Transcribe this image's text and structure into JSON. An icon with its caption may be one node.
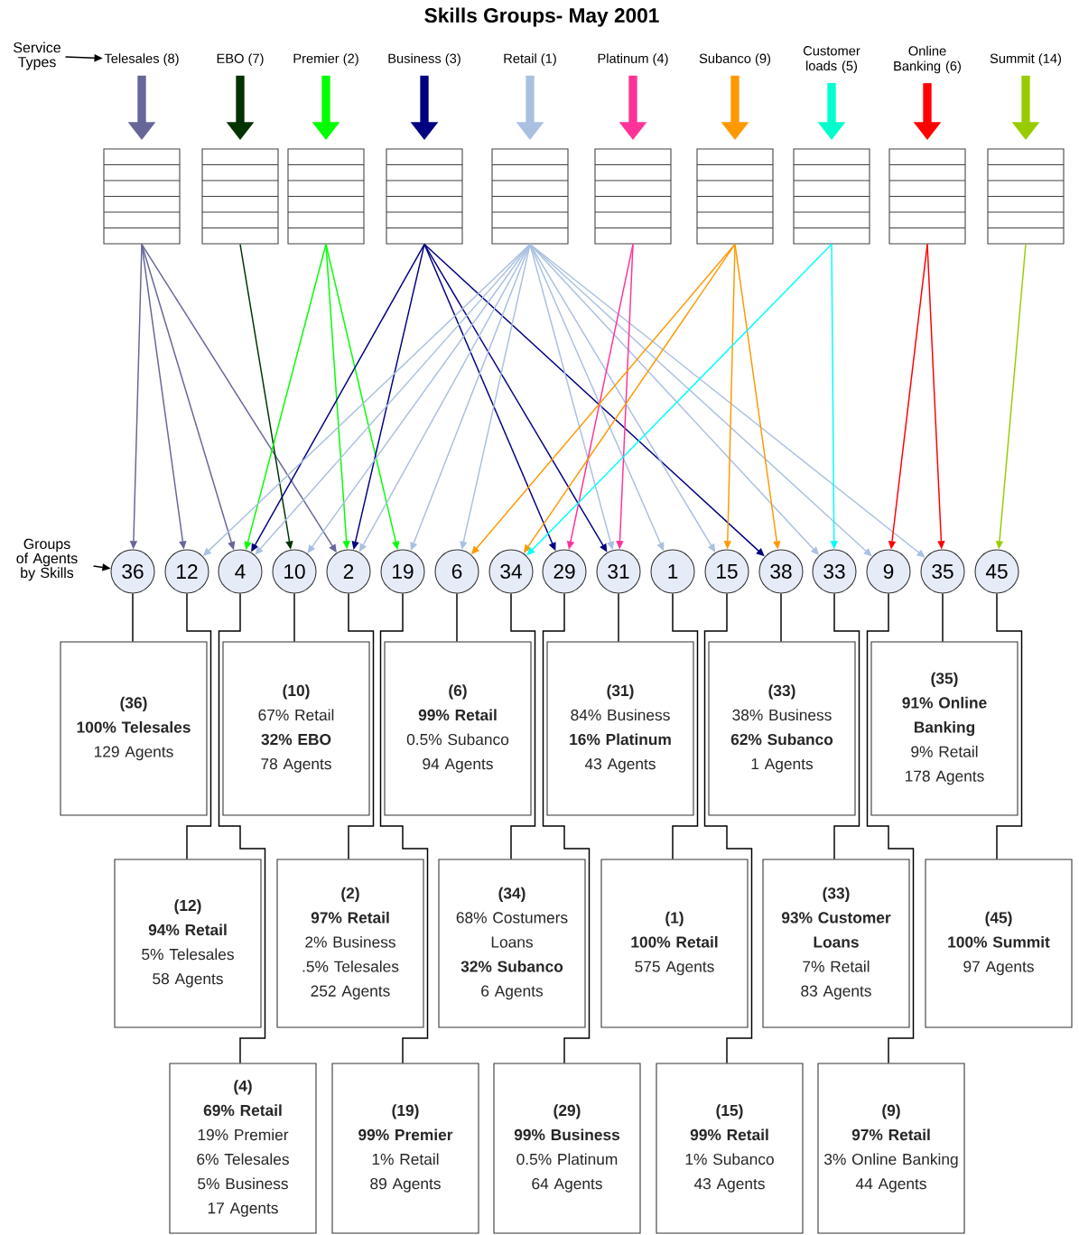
{
  "diagram": {
    "title": "Skills Groups- May 2001",
    "nodes": [
      {
        "text": [
          "Service Types"
        ]
      },
      {
        "text": [
          "Telesales (8)"
        ]
      },
      {
        "text": [
          "EBO (7)"
        ]
      },
      {
        "text": [
          "Premier (2)"
        ]
      },
      {
        "text": [
          "Business (3)"
        ]
      },
      {
        "text": [
          "Retail (1)"
        ]
      },
      {
        "text": [
          "Platinum (4)"
        ]
      },
      {
        "text": [
          "Subanco (9)"
        ]
      },
      {
        "text": [
          "Customer loads (5)"
        ]
      },
      {
        "text": [
          "Online Banking (6)"
        ]
      },
      {
        "text": [
          "Summit (14)"
        ]
      },
      {
        "text": [],
        "shape": "box"
      },
      {
        "text": [],
        "shape": "box"
      },
      {
        "text": [],
        "shape": "box"
      },
      {
        "text": [],
        "shape": "box"
      },
      {
        "text": [],
        "shape": "box"
      },
      {
        "text": [],
        "shape": "box"
      },
      {
        "text": [],
        "shape": "box"
      },
      {
        "text": [],
        "shape": "box"
      },
      {
        "text": [],
        "shape": "box"
      },
      {
        "text": [],
        "shape": "box"
      },
      {
        "text": [
          "Groups of Agents by Skills"
        ]
      },
      {
        "text": [
          "36"
        ]
      },
      {
        "text": [
          "12"
        ]
      },
      {
        "text": [
          "4"
        ]
      },
      {
        "text": [
          "10"
        ]
      },
      {
        "text": [
          "2"
        ]
      },
      {
        "text": [
          "19"
        ]
      },
      {
        "text": [
          "6"
        ]
      },
      {
        "text": [
          "34"
        ]
      },
      {
        "text": [
          "29"
        ]
      },
      {
        "text": [
          "31"
        ]
      },
      {
        "text": [
          "1"
        ]
      },
      {
        "text": [
          "15"
        ]
      },
      {
        "text": [
          "38"
        ]
      },
      {
        "text": [
          "33"
        ]
      },
      {
        "text": [
          "9"
        ]
      },
      {
        "text": [
          "35"
        ]
      },
      {
        "text": [
          "45"
        ]
      },
      {
        "text": [
          "(36)",
          "**100% Telesales**",
          "129 Agents"
        ]
      },
      {
        "text": [
          "(10)",
          "67% Retail",
          "**32% EBO**",
          "78 Agents"
        ]
      },
      {
        "text": [
          "(6)",
          "**99% Retail**",
          "0.5% Subanco",
          "94 Agents"
        ]
      },
      {
        "text": [
          "(31)",
          "84% Business",
          "**16% Platinum**",
          "43 Agents"
        ]
      },
      {
        "text": [
          "(33)",
          "38% Business",
          "**62% Subanco**",
          "1 Agents"
        ]
      },
      {
        "text": [
          "(35)",
          "**91% Online Banking**",
          "9% Retail",
          "178 Agents"
        ]
      },
      {
        "text": [
          "(12)",
          "**94% Retail**",
          "5% Telesales",
          "58 Agents"
        ]
      },
      {
        "text": [
          "(2)",
          "**97% Retail**",
          "2% Business",
          ".5% Telesales",
          "252 Agents"
        ]
      },
      {
        "text": [
          "(34)",
          "68% Costumers Loans",
          "**32% Subanco**",
          "6 Agents"
        ]
      },
      {
        "text": [
          "(1)",
          "**100% Retail**",
          "575 Agents"
        ]
      },
      {
        "text": [
          "(33)",
          "**93% Customer Loans**",
          "7% Retail",
          "83 Agents"
        ]
      },
      {
        "text": [
          "(45)",
          "**100% Summit**",
          "97 Agents"
        ]
      },
      {
        "text": [
          "(4)",
          "**69% Retail**",
          "19% Premier",
          "6% Telesales",
          "5% Business",
          "17 Agents"
        ]
      },
      {
        "text": [
          "(19)",
          "**99% Premier**",
          "1% Retail",
          "89 Agents"
        ]
      },
      {
        "text": [
          "(29)",
          "**99% Business**",
          "0.5% Platinum",
          "64 Agents"
        ]
      },
      {
        "text": [
          "(15)",
          "**99% Retail**",
          "1% Subanco",
          "43 Agents"
        ]
      },
      {
        "text": [
          "(9)",
          "**97% Retail**",
          "3% Online Banking",
          "44 Agents"
        ]
      }
    ],
    "edges": [
      {
        "from": 0,
        "to": 1,
        "arrow": "to"
      },
      {
        "from": 1,
        "to": 11,
        "arrow": "to",
        "style": "thick",
        "color": "#666699"
      },
      {
        "from": 2,
        "to": 12,
        "arrow": "to",
        "style": "thick",
        "color": "#003300"
      },
      {
        "from": 3,
        "to": 13,
        "arrow": "to",
        "style": "thick",
        "color": "#00ff00"
      },
      {
        "from": 4,
        "to": 14,
        "arrow": "to",
        "style": "thick",
        "color": "#000080"
      },
      {
        "from": 5,
        "to": 15,
        "arrow": "to",
        "style": "thick",
        "color": "#a9c0e0"
      },
      {
        "from": 6,
        "to": 16,
        "arrow": "to",
        "style": "thick",
        "color": "#ff3399"
      },
      {
        "from": 7,
        "to": 17,
        "arrow": "to",
        "style": "thick",
        "color": "#ff9900"
      },
      {
        "from": 8,
        "to": 18,
        "arrow": "to",
        "style": "thick",
        "color": "#00ffcc"
      },
      {
        "from": 9,
        "to": 19,
        "arrow": "to",
        "style": "thick",
        "color": "#ff0000"
      },
      {
        "from": 10,
        "to": 20,
        "arrow": "to",
        "style": "thick",
        "color": "#99cc00"
      },
      {
        "from": 11,
        "to": 22,
        "arrow": "to",
        "color": "#666699"
      },
      {
        "from": 11,
        "to": 23,
        "arrow": "to",
        "color": "#666699"
      },
      {
        "from": 11,
        "to": 24,
        "arrow": "to",
        "color": "#666699"
      },
      {
        "from": 11,
        "to": 26,
        "arrow": "to",
        "color": "#666699"
      },
      {
        "from": 12,
        "to": 25,
        "arrow": "to",
        "color": "#003300"
      },
      {
        "from": 13,
        "to": 24,
        "arrow": "to",
        "color": "#00ff00"
      },
      {
        "from": 13,
        "to": 26,
        "arrow": "to",
        "color": "#00ff00"
      },
      {
        "from": 13,
        "to": 27,
        "arrow": "to",
        "color": "#00ff00"
      },
      {
        "from": 14,
        "to": 24,
        "arrow": "to",
        "color": "#000080"
      },
      {
        "from": 14,
        "to": 26,
        "arrow": "to",
        "color": "#000080"
      },
      {
        "from": 14,
        "to": 30,
        "arrow": "to",
        "color": "#000080"
      },
      {
        "from": 14,
        "to": 31,
        "arrow": "to",
        "color": "#000080"
      },
      {
        "from": 14,
        "to": 34,
        "arrow": "to",
        "color": "#000080"
      },
      {
        "from": 15,
        "to": 23,
        "arrow": "to",
        "color": "#a9c0e0"
      },
      {
        "from": 15,
        "to": 24,
        "arrow": "to",
        "color": "#a9c0e0"
      },
      {
        "from": 15,
        "to": 25,
        "arrow": "to",
        "color": "#a9c0e0"
      },
      {
        "from": 15,
        "to": 26,
        "arrow": "to",
        "color": "#a9c0e0"
      },
      {
        "from": 15,
        "to": 27,
        "arrow": "to",
        "color": "#a9c0e0"
      },
      {
        "from": 15,
        "to": 28,
        "arrow": "to",
        "color": "#a9c0e0"
      },
      {
        "from": 15,
        "to": 31,
        "arrow": "to",
        "color": "#a9c0e0"
      },
      {
        "from": 15,
        "to": 32,
        "arrow": "to",
        "color": "#a9c0e0"
      },
      {
        "from": 15,
        "to": 33,
        "arrow": "to",
        "color": "#a9c0e0"
      },
      {
        "from": 15,
        "to": 35,
        "arrow": "to",
        "color": "#a9c0e0"
      },
      {
        "from": 15,
        "to": 36,
        "arrow": "to",
        "color": "#a9c0e0"
      },
      {
        "from": 15,
        "to": 37,
        "arrow": "to",
        "color": "#a9c0e0"
      },
      {
        "from": 16,
        "to": 30,
        "arrow": "to",
        "color": "#ff3399"
      },
      {
        "from": 16,
        "to": 31,
        "arrow": "to",
        "color": "#ff3399"
      },
      {
        "from": 17,
        "to": 28,
        "arrow": "to",
        "color": "#ff9900"
      },
      {
        "from": 17,
        "to": 29,
        "arrow": "to",
        "color": "#ff9900"
      },
      {
        "from": 17,
        "to": 33,
        "arrow": "to",
        "color": "#ff9900"
      },
      {
        "from": 17,
        "to": 34,
        "arrow": "to",
        "color": "#ff9900"
      },
      {
        "from": 18,
        "to": 29,
        "arrow": "to",
        "color": "#00ffff"
      },
      {
        "from": 18,
        "to": 35,
        "arrow": "to",
        "color": "#00ffff"
      },
      {
        "from": 19,
        "to": 36,
        "arrow": "to",
        "color": "#ff0000"
      },
      {
        "from": 19,
        "to": 37,
        "arrow": "to",
        "color": "#ff0000"
      },
      {
        "from": 20,
        "to": 38,
        "arrow": "to",
        "color": "#99cc00"
      },
      {
        "from": 21,
        "to": 22,
        "arrow": "to"
      },
      {
        "from": 22,
        "to": 39,
        "arrow": "none"
      },
      {
        "from": 23,
        "to": 45,
        "arrow": "none"
      },
      {
        "from": 24,
        "to": 51,
        "arrow": "none"
      },
      {
        "from": 25,
        "to": 40,
        "arrow": "none"
      },
      {
        "from": 26,
        "to": 46,
        "arrow": "none"
      },
      {
        "from": 27,
        "to": 52,
        "arrow": "none"
      },
      {
        "from": 28,
        "to": 41,
        "arrow": "none"
      },
      {
        "from": 29,
        "to": 47,
        "arrow": "none"
      },
      {
        "from": 30,
        "to": 53,
        "arrow": "none"
      },
      {
        "from": 31,
        "to": 42,
        "arrow": "none"
      },
      {
        "from": 32,
        "to": 48,
        "arrow": "none"
      },
      {
        "from": 33,
        "to": 54,
        "arrow": "none"
      },
      {
        "from": 34,
        "to": 43,
        "arrow": "none"
      },
      {
        "from": 35,
        "to": 49,
        "arrow": "none"
      },
      {
        "from": 36,
        "to": 55,
        "arrow": "none"
      },
      {
        "from": 37,
        "to": 44,
        "arrow": "none"
      },
      {
        "from": 38,
        "to": 50,
        "arrow": "none"
      }
    ]
  }
}
